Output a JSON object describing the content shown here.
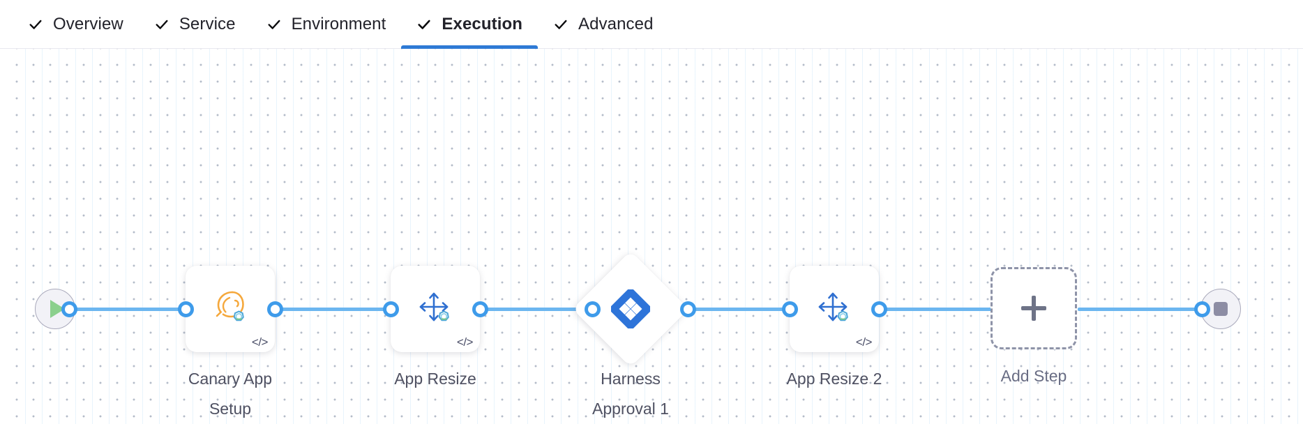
{
  "header": {
    "tabs": [
      {
        "label": "Overview",
        "icon": "check-icon",
        "active": false
      },
      {
        "label": "Service",
        "icon": "check-icon",
        "active": false
      },
      {
        "label": "Environment",
        "icon": "check-icon",
        "active": false
      },
      {
        "label": "Execution",
        "icon": "check-icon",
        "active": true
      },
      {
        "label": "Advanced",
        "icon": "check-icon",
        "active": false
      }
    ],
    "active_tab": "Execution"
  },
  "canvas": {
    "start_node": {
      "name": "start-node",
      "icon": "play-icon"
    },
    "end_node": {
      "name": "end-node",
      "icon": "stop-icon"
    },
    "nodes": [
      {
        "id": "canary-app-setup",
        "label": "Canary App\nSetup",
        "type": "step",
        "icon": "tanzu-bird-icon",
        "badge": "code-icon"
      },
      {
        "id": "app-resize",
        "label": "App Resize",
        "type": "step",
        "icon": "resize-arrows-icon",
        "badge": "code-icon"
      },
      {
        "id": "harness-approval-1",
        "label": "Harness\nApproval 1",
        "type": "approval",
        "icon": "harness-logo-icon",
        "badge": ""
      },
      {
        "id": "app-resize-2",
        "label": "App Resize 2",
        "type": "step",
        "icon": "resize-arrows-icon",
        "badge": "code-icon"
      },
      {
        "id": "add-step",
        "label": "Add Step",
        "type": "placeholder",
        "icon": "plus-icon",
        "badge": ""
      }
    ]
  },
  "colors": {
    "accent_blue": "#2e7ad5",
    "link_blue": "#6cb6f0",
    "port_blue": "#3e9bea",
    "harness_blue": "#2e74d9",
    "tanzu_orange": "#f5a83c",
    "resize_blue": "#2f6fd0",
    "start_green": "#8bd08d",
    "terminal_gray": "#f2f2f7",
    "stop_gray": "#8d8da4",
    "caption_gray": "#4f5162",
    "dashed_gray": "#8e93a8"
  }
}
